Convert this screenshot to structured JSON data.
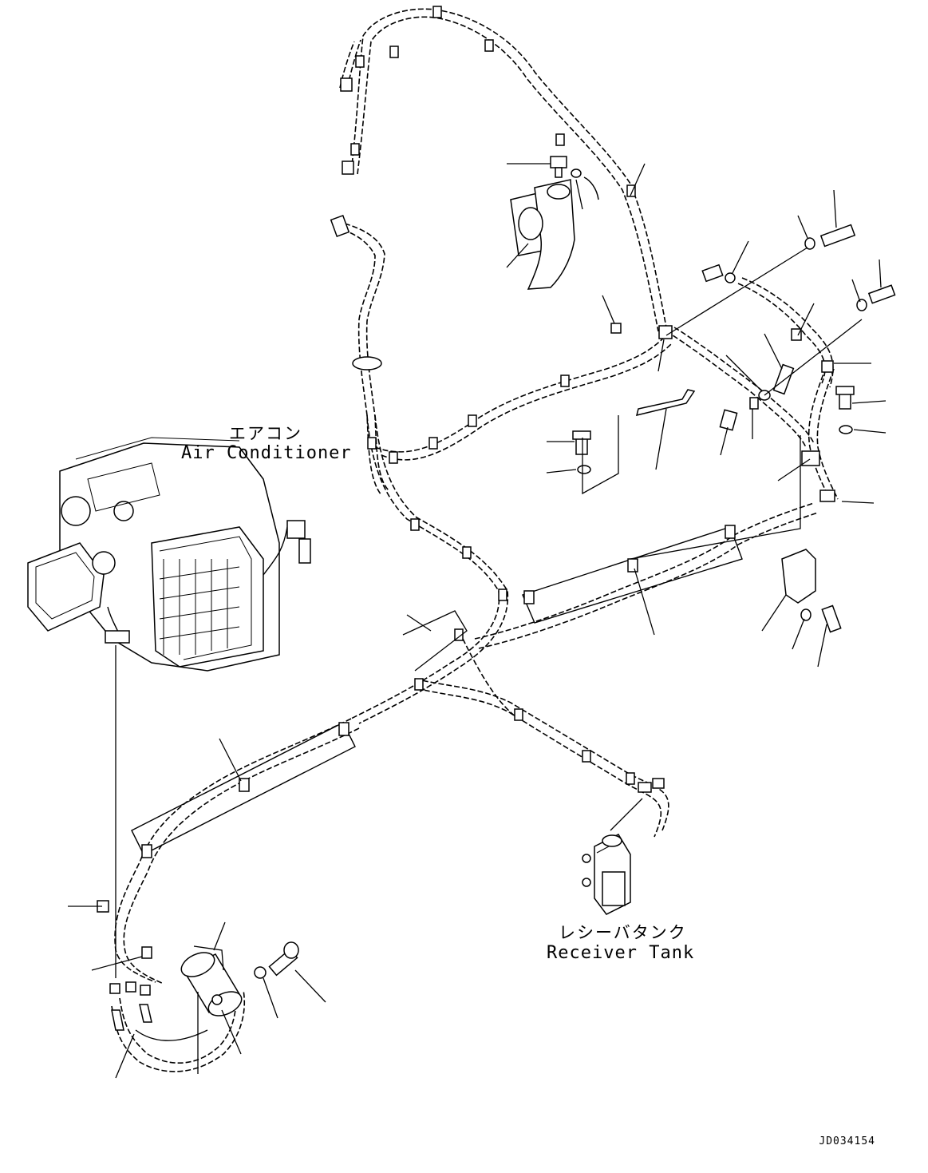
{
  "labels": {
    "air_conditioner_ja": "エアコン",
    "air_conditioner_en": "Air Conditioner",
    "receiver_tank_ja": "レシーバタンク",
    "receiver_tank_en": "Receiver Tank"
  },
  "drawing_code": "JD034154"
}
